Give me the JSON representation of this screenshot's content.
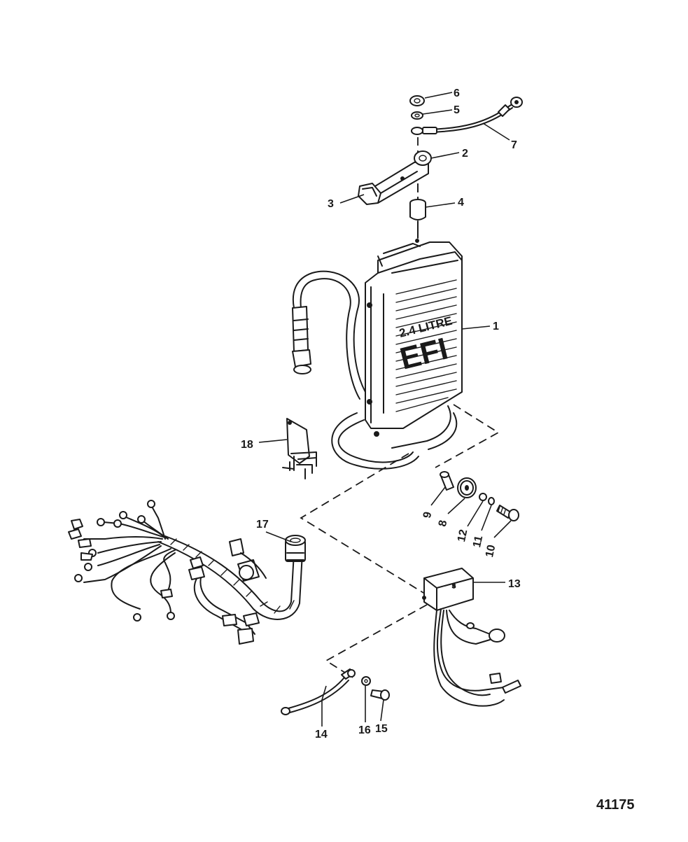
{
  "diagram": {
    "reference_number": "41175",
    "module_logo_text": "2.4 LITRE",
    "module_logo_letters": "EFI",
    "callouts": [
      {
        "id": "c1",
        "label": "1"
      },
      {
        "id": "c2",
        "label": "2"
      },
      {
        "id": "c3",
        "label": "3"
      },
      {
        "id": "c4",
        "label": "4"
      },
      {
        "id": "c5",
        "label": "5"
      },
      {
        "id": "c6",
        "label": "6"
      },
      {
        "id": "c7",
        "label": "7"
      },
      {
        "id": "c8",
        "label": "8"
      },
      {
        "id": "c9",
        "label": "9"
      },
      {
        "id": "c10",
        "label": "10"
      },
      {
        "id": "c11",
        "label": "11"
      },
      {
        "id": "c12",
        "label": "12"
      },
      {
        "id": "c13",
        "label": "13"
      },
      {
        "id": "c14",
        "label": "14"
      },
      {
        "id": "c15",
        "label": "15"
      },
      {
        "id": "c16",
        "label": "16"
      },
      {
        "id": "c17",
        "label": "17"
      },
      {
        "id": "c18",
        "label": "18"
      }
    ],
    "colors": {
      "ink": "#1a1a1a",
      "paper": "#ffffff"
    }
  }
}
